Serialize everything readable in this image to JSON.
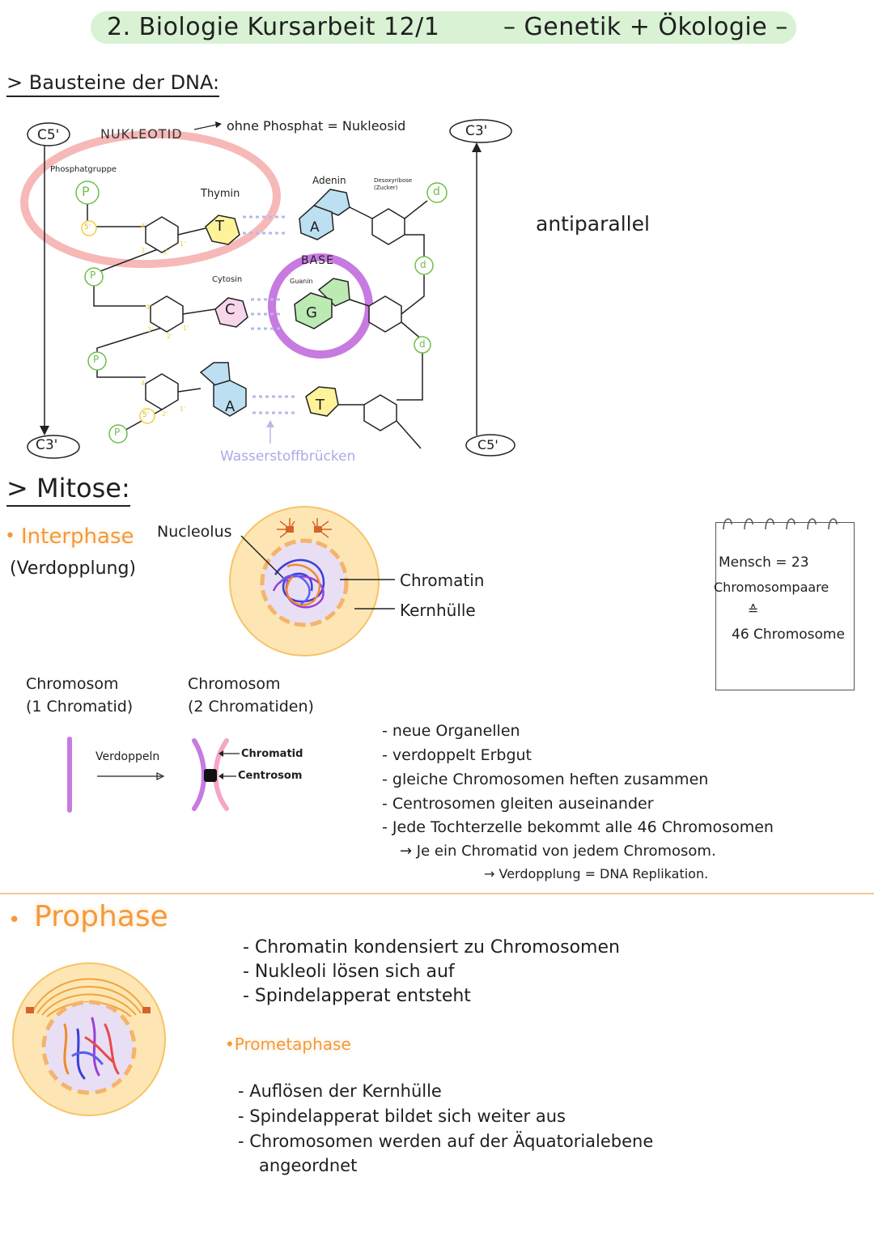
{
  "title": {
    "left": "2. Biologie Kursarbeit 12/1",
    "right": "– Genetik + Ökologie –"
  },
  "dna": {
    "heading": "> Bausteine der DNA:",
    "c5_left": "C5'",
    "c3_left": "C3'",
    "c3_right": "C3'",
    "c5_right": "C5'",
    "nukleotid": "NUKLEOTID",
    "ohne_phosphat": "ohne Phosphat = Nukleosid",
    "phosphatgruppe": "Phosphatgruppe",
    "thymin": "Thymin",
    "adenin": "Adenin",
    "desoxyribose": "Desoxyribose (Zucker)",
    "cytosin": "Cytosin",
    "guanin": "Guanin",
    "base": "BASE",
    "antiparallel": "antiparallel",
    "wasserstoff": "Wasserstoffbrücken",
    "p": "P",
    "d": "d",
    "five": "5'",
    "base_t": "T",
    "base_a": "A",
    "base_c": "C",
    "base_g": "G"
  },
  "mitose": {
    "heading": "> Mitose:",
    "interphase": "Interphase",
    "verdopplung_paren": "(Verdopplung)",
    "nucleolus": "Nucleolus",
    "chromatin": "Chromatin",
    "kernhuelle": "Kernhülle",
    "note_line1": "Mensch = 23",
    "note_line2": "Chromosompaare",
    "note_line3": "≙",
    "note_line4": "46 Chromosome",
    "chromosom1_title": "Chromosom",
    "chromosom1_sub": "(1 Chromatid)",
    "chromosom2_title": "Chromosom",
    "chromosom2_sub": "(2 Chromatiden)",
    "verdoppeln": "Verdoppeln",
    "chromatid_label": "Chromatid",
    "centrosom_label": "Centrosom",
    "list": [
      "- neue Organellen",
      "- verdoppelt Erbgut",
      "- gleiche Chromosomen heften zusammen",
      "- Centrosomen gleiten auseinander",
      "- Jede Tochterzelle bekommt alle 46 Chromosomen"
    ],
    "sub1": "→ Je ein Chromatid von jedem Chromosom.",
    "sub2": "→ Verdopplung = DNA Replikation."
  },
  "prophase": {
    "heading": "Prophase",
    "list": [
      "- Chromatin kondensiert zu Chromosomen",
      "- Nukleoli lösen sich auf",
      "- Spindelapperat entsteht"
    ],
    "prometaphase": "Prometaphase",
    "prometa_list": [
      "- Auflösen der Kernhülle",
      "- Spindelapperat bildet sich weiter aus",
      "- Chromosomen werden auf der Äquatorialebene"
    ],
    "prometa_cont": "angeordnet"
  },
  "colors": {
    "title_band": "#d8f2d3",
    "green": "#6fbe4a",
    "yellow": "#fff39a",
    "pink_ring": "#f7b8b8",
    "purple_ring": "#c77ae0",
    "orange": "#f39a3c"
  }
}
